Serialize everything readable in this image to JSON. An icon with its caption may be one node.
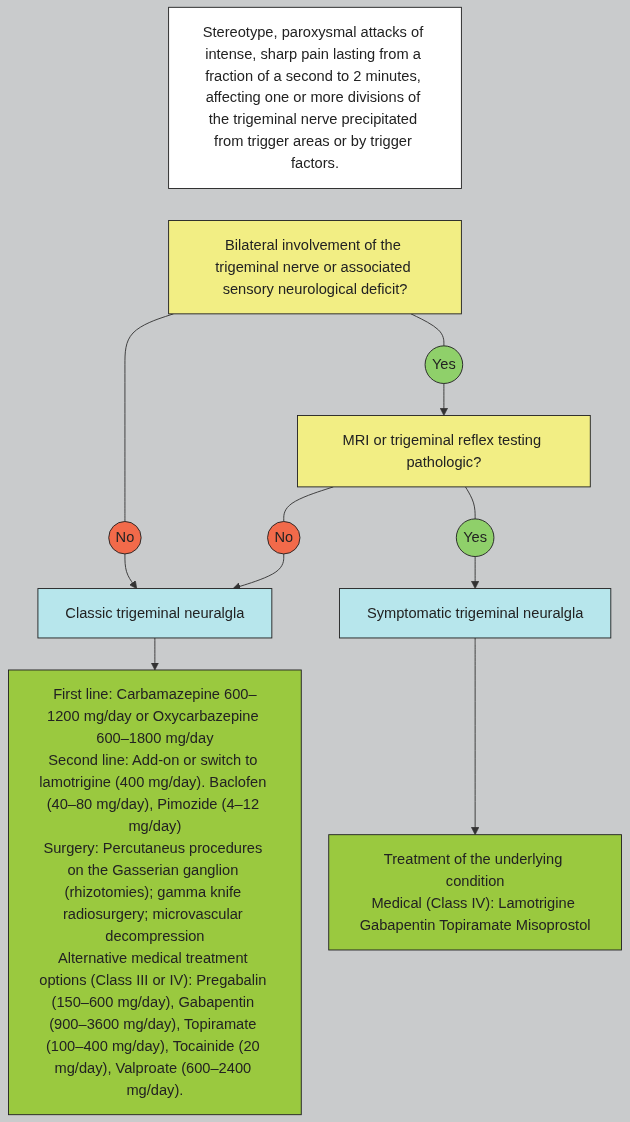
{
  "diagram": {
    "nodes": [
      {
        "text": [
          "Stereotype, paroxysmal attacks of intense, sharp pain lasting from a fraction of a second to 2 minutes, affecting one or more divisions of the trigeminal nerve precipitated from trigger areas or by trigger factors."
        ]
      },
      {
        "text": [
          "Bilateral involvement of the trigeminal nerve or associated sensory neurological deficit?"
        ]
      },
      {
        "text": [
          "Yes"
        ]
      },
      {
        "text": [
          "No"
        ]
      },
      {
        "text": [
          "MRI or trigeminal reflex testing pathologic?"
        ]
      },
      {
        "text": [
          "No"
        ]
      },
      {
        "text": [
          "Classic trigeminal neuralgla"
        ]
      },
      {
        "text": [
          "Yes"
        ]
      },
      {
        "text": [
          "Symptomatic trigeminal neuralgla"
        ]
      },
      {
        "text": [
          "Treatment of the underlying condition",
          "Medical (Class IV): Lamotrigine Gabapentin Topiramate Misoprostol"
        ]
      },
      {
        "text": [
          "First line: Carbamazepine 600–1200 mg/day or Oxycarbazepine 600–1800 mg/day",
          "Second line: Add-on or switch to lamotrigine (400 mg/day). Baclofen (40–80 mg/day), Pimozide (4–12 mg/day)",
          "Surgery: Percutaneus procedures on the Gasserian ganglion (rhizotomies); gamma knife radiosurgery; microvascular decompression",
          "Alternative medical treatment options (Class III or IV): Pregabalin (150–600 mg/day), Gabapentin (900–3600 mg/day), Topiramate (100–400 mg/day), Tocainide (20 mg/day), Valproate (600–2400 mg/day)."
        ]
      }
    ],
    "edges": [
      {
        "from": 1,
        "to": 2,
        "arrow": "none"
      },
      {
        "from": 2,
        "to": 4,
        "arrow": "to"
      },
      {
        "from": 1,
        "to": 3,
        "arrow": "none"
      },
      {
        "from": 3,
        "to": 6,
        "arrow": "to"
      },
      {
        "from": 4,
        "to": 5,
        "arrow": "none"
      },
      {
        "from": 5,
        "to": 6,
        "arrow": "to"
      },
      {
        "from": 4,
        "to": 7,
        "arrow": "none"
      },
      {
        "from": 7,
        "to": 8,
        "arrow": "to"
      },
      {
        "from": 8,
        "to": 9,
        "arrow": "to"
      },
      {
        "from": 6,
        "to": 10,
        "arrow": "to"
      }
    ]
  }
}
